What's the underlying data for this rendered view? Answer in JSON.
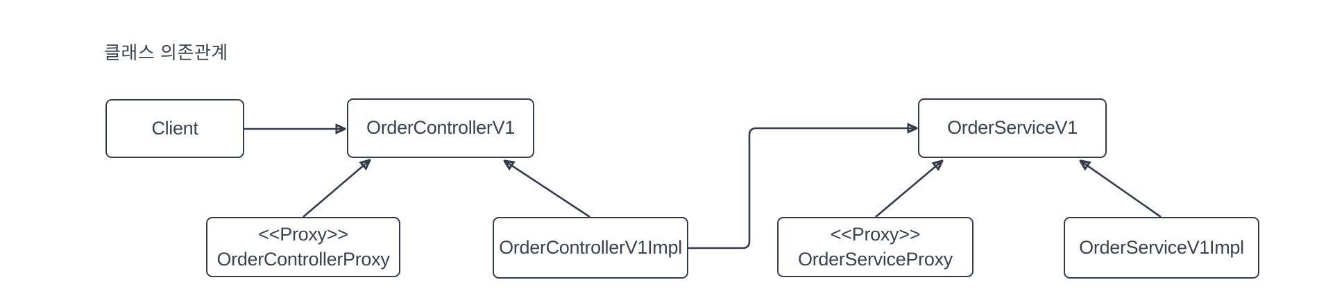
{
  "title": "클래스 의존관계",
  "colors": {
    "stroke": "#343c4c",
    "text": "#3a424f",
    "node_fill": "#ffffff",
    "background": "#ffffff"
  },
  "nodes": {
    "client": {
      "label": "Client"
    },
    "controller": {
      "label": "OrderControllerV1"
    },
    "controller_proxy": {
      "stereotype": "<<Proxy>>",
      "label": "OrderControllerProxy"
    },
    "controller_impl": {
      "label": "OrderControllerV1Impl"
    },
    "service": {
      "label": "OrderServiceV1"
    },
    "service_proxy": {
      "stereotype": "<<Proxy>>",
      "label": "OrderServiceProxy"
    },
    "service_impl": {
      "label": "OrderServiceV1Impl"
    }
  },
  "edges": [
    {
      "from": "Client",
      "to": "OrderControllerV1",
      "type": "solid-arrow"
    },
    {
      "from": "OrderControllerProxy",
      "to": "OrderControllerV1",
      "type": "solid-arrow"
    },
    {
      "from": "OrderControllerV1Impl",
      "to": "OrderControllerV1",
      "type": "solid-arrow"
    },
    {
      "from": "OrderControllerV1Impl",
      "to": "OrderServiceV1",
      "type": "solid-arrow-orthogonal"
    },
    {
      "from": "OrderServiceProxy",
      "to": "OrderServiceV1",
      "type": "solid-arrow"
    },
    {
      "from": "OrderServiceV1Impl",
      "to": "OrderServiceV1",
      "type": "solid-arrow"
    }
  ]
}
